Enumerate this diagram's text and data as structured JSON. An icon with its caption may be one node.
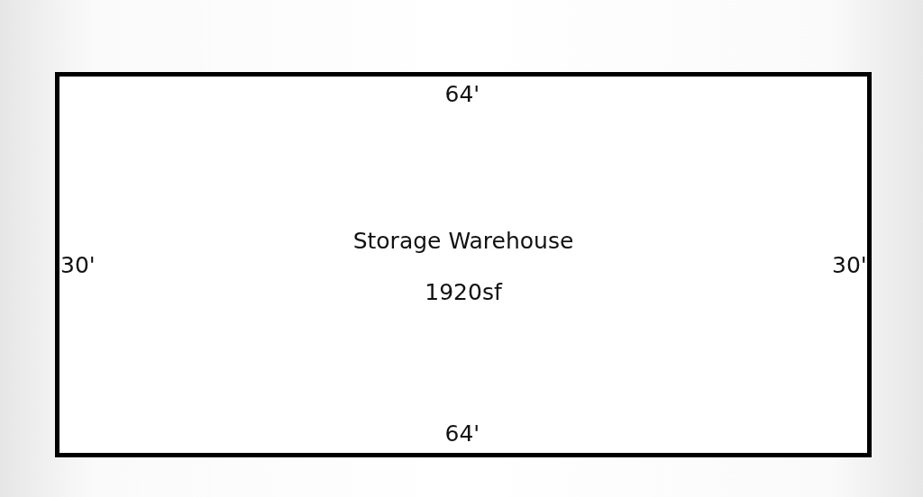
{
  "diagram": {
    "nodes": [
      {
        "text": [
          "Storage Warehouse",
          "1920sf"
        ]
      }
    ],
    "labels": [
      "64'",
      "30'",
      "30'",
      "64'"
    ]
  }
}
